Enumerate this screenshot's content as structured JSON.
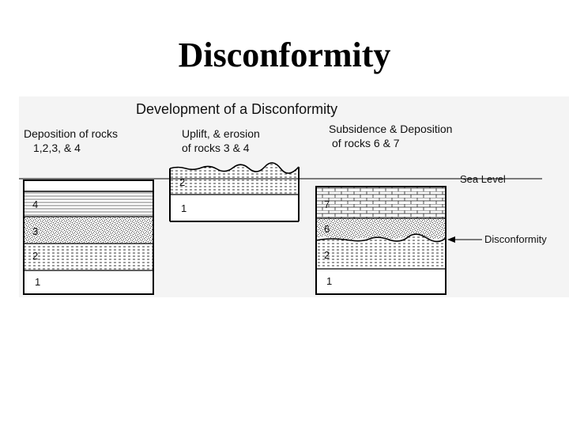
{
  "slide": {
    "title": "Disconformity"
  },
  "figure": {
    "title": "Development of a Disconformity",
    "stages": [
      {
        "caption_line1": "Deposition of rocks",
        "caption_line2": "1,2,3, & 4"
      },
      {
        "caption_line1": "Uplift, & erosion",
        "caption_line2": "of rocks 3 & 4"
      },
      {
        "caption_line1": "Subsidence & Deposition",
        "caption_line2": "of rocks 6 & 7"
      }
    ],
    "sea_level_label": "Sea Level",
    "disconformity_label": "Disconformity",
    "column1_layers": [
      "4",
      "3",
      "2",
      "1"
    ],
    "column2_layers": [
      "2",
      "1"
    ],
    "column3_layers": [
      "7",
      "6",
      "2",
      "1"
    ]
  }
}
